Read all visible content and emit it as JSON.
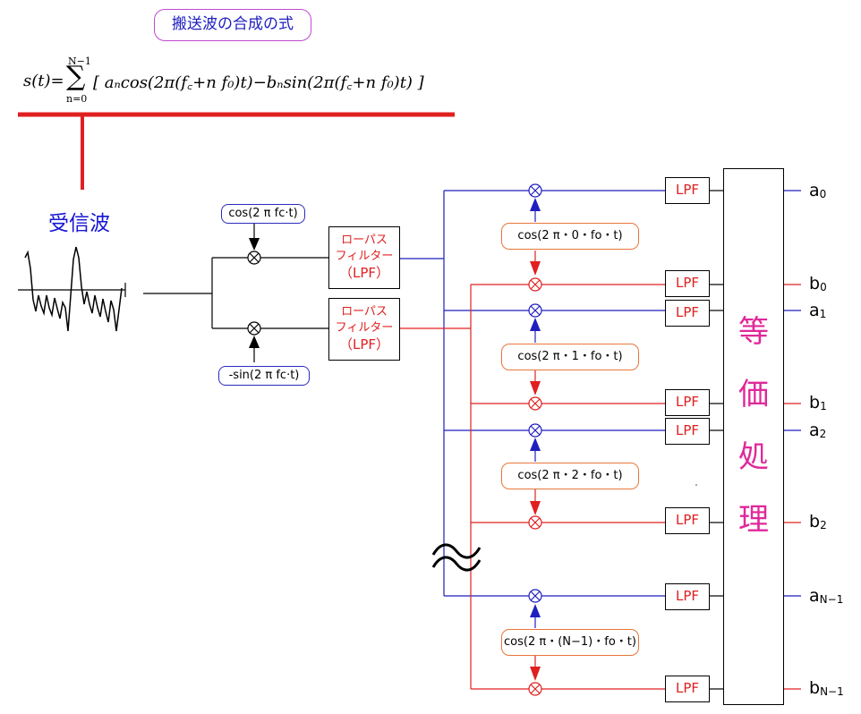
{
  "title": "搬送波の合成の式",
  "formula": {
    "lhs": "s(t)=",
    "sum_upper": "N−1",
    "sum_lower": "n=0",
    "body": "[ aₙcos(2π(f꜀+n f₀)t)−bₙsin(2π(f꜀+n f₀)t) ]"
  },
  "received_label": "受信波",
  "osc_cos": "cos(2 π fc·t)",
  "osc_sin": "-sin(2 π fc·t)",
  "lpf_main": {
    "line1": "ローパス",
    "line2": "フィルター",
    "line3": "（LPF）"
  },
  "lpf_small": "LPF",
  "subcarrier_osc": [
    "cos(2 π・0・fo・t)",
    "cos(2 π・1・fo・t)",
    "cos(2 π・2・fo・t)",
    "cos(2 π・(N−1)・fo・t)"
  ],
  "equalizer": [
    "等",
    "価",
    "処",
    "理"
  ],
  "outputs": [
    {
      "base": "a",
      "sub": "0"
    },
    {
      "base": "b",
      "sub": "0"
    },
    {
      "base": "a",
      "sub": "1"
    },
    {
      "base": "b",
      "sub": "1"
    },
    {
      "base": "a",
      "sub": "2"
    },
    {
      "base": "b",
      "sub": "2"
    },
    {
      "base": "a",
      "sub": "N−1"
    },
    {
      "base": "b",
      "sub": "N−1"
    }
  ],
  "colors": {
    "i_branch": "#1f1fbf",
    "q_branch": "#e02020",
    "emphasis": "#e02020",
    "title_border": "#c04ad0",
    "equalizer_text": "#e0289a"
  }
}
